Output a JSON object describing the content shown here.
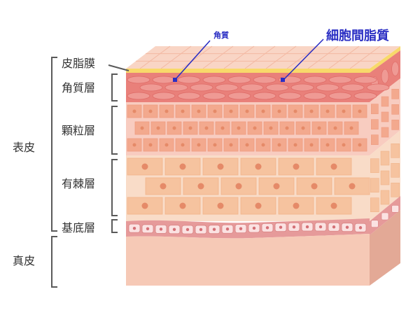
{
  "labels": {
    "sebum": "皮脂膜",
    "stratum_corneum": "角質層",
    "granular_layer": "顆粒層",
    "spinous_layer": "有棘層",
    "basal_layer": "基底層",
    "epidermis": "表皮",
    "dermis": "真皮"
  },
  "callouts": {
    "keratin": "角質",
    "intercellular_lipid": "細胞間脂質"
  },
  "colors": {
    "bracket": "#5a5a5a",
    "callout": "#2b2fc4",
    "sebum": "#f8d96a",
    "corneum_bg": "#e9807a",
    "corneum_cell": "#ef9a94",
    "granular_bg": "#f8ccc0",
    "granular_cell": "#f3a98e",
    "spinous_bg": "#f9dcc8",
    "spinous_cell": "#f6c39f",
    "nucleus": "#e58a68",
    "basal_band": "#e69a9a",
    "basal_cell": "#fbe2e2",
    "dermis": "#f6c9b6",
    "side_dark": "#e3a996"
  }
}
